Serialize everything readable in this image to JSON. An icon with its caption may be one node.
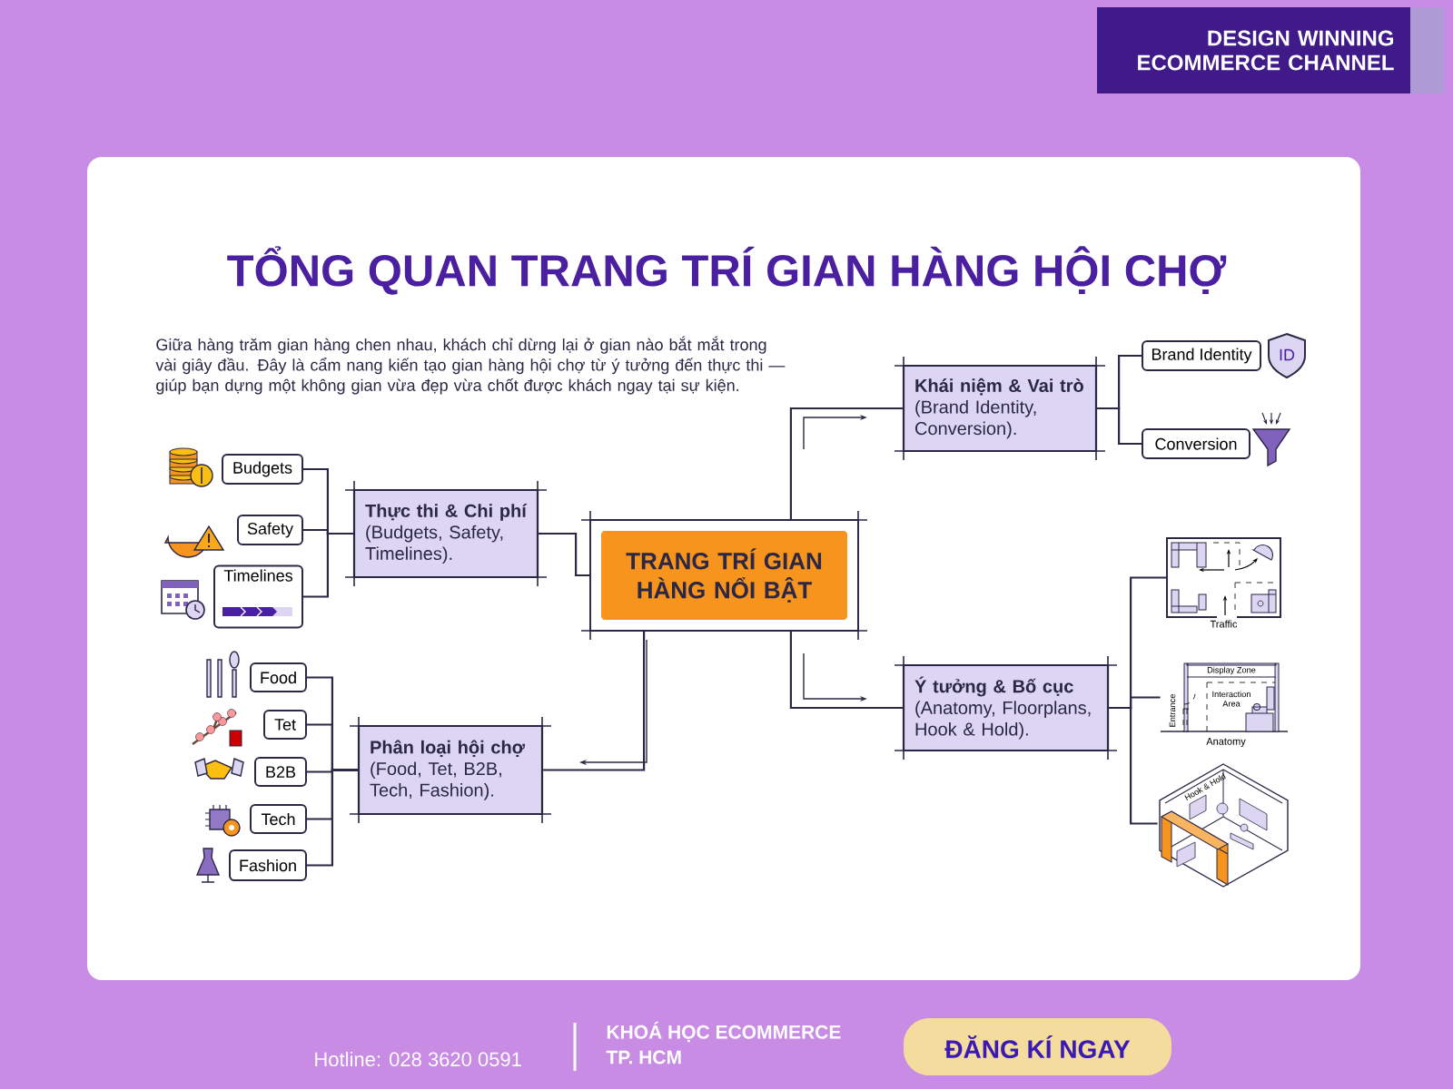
{
  "diagram": {
    "title": "TỔNG QUAN TRANG TRÍ GIAN HÀNG HỘI CHỢ",
    "nodes": [
      {
        "text": [
          "TRANG TRÍ GIAN HÀNG NỔI BẬT"
        ]
      },
      {
        "text": [
          "Thực thi & Chi phí",
          "(Budgets, Safety, Timelines)."
        ]
      },
      {
        "text": [
          "Phân loại hội chợ",
          "(Food, Tet, B2B, Tech, Fashion)."
        ]
      },
      {
        "text": [
          "Khái niệm & Vai trò",
          "(Brand Identity, Conversion)."
        ]
      },
      {
        "text": [
          "Ý tưởng & Bố cục",
          "(Anatomy, Floorplans, Hook & Hold)."
        ]
      },
      {
        "text": [
          "Budgets"
        ]
      },
      {
        "text": [
          "Safety"
        ]
      },
      {
        "text": [
          "Timelines"
        ]
      },
      {
        "text": [
          "Food"
        ]
      },
      {
        "text": [
          "Tet"
        ]
      },
      {
        "text": [
          "B2B"
        ]
      },
      {
        "text": [
          "Tech"
        ]
      },
      {
        "text": [
          "Fashion"
        ]
      },
      {
        "text": [
          "Brand Identity"
        ]
      },
      {
        "text": [
          "Conversion"
        ]
      },
      {
        "text": [
          "Traffic"
        ]
      },
      {
        "text": [
          "Display Zone",
          "Interaction Area",
          "Entrance",
          "Anatomy"
        ]
      },
      {
        "text": [
          "Hook & Hold"
        ]
      },
      {
        "text": [
          "DESIGN WINNING ECOMMERCE CHANNEL"
        ]
      },
      {
        "text": [
          "ĐĂNG KÍ NGAY"
        ]
      }
    ],
    "edges": [
      {
        "from": 0,
        "to": 1,
        "arrow": "none"
      },
      {
        "from": 0,
        "to": 2,
        "arrow": "none"
      },
      {
        "from": 0,
        "to": 3,
        "arrow": "none"
      },
      {
        "from": 0,
        "to": 4,
        "arrow": "none"
      },
      {
        "from": 1,
        "to": 5,
        "arrow": "none"
      },
      {
        "from": 1,
        "to": 6,
        "arrow": "none"
      },
      {
        "from": 1,
        "to": 7,
        "arrow": "none"
      },
      {
        "from": 2,
        "to": 8,
        "arrow": "none"
      },
      {
        "from": 2,
        "to": 9,
        "arrow": "none"
      },
      {
        "from": 2,
        "to": 10,
        "arrow": "none"
      },
      {
        "from": 2,
        "to": 11,
        "arrow": "none"
      },
      {
        "from": 2,
        "to": 12,
        "arrow": "none"
      },
      {
        "from": 3,
        "to": 13,
        "arrow": "none"
      },
      {
        "from": 3,
        "to": 14,
        "arrow": "none"
      },
      {
        "from": 4,
        "to": 15,
        "arrow": "none"
      },
      {
        "from": 4,
        "to": 16,
        "arrow": "none"
      },
      {
        "from": 4,
        "to": 17,
        "arrow": "none"
      }
    ],
    "labels": [
      "Giữa hàng trăm gian hàng chen nhau, khách chỉ dừng lại ở gian nào bắt mắt trong vài giây đầu. Đây là cẩm nang kiến tạo gian hàng hội chợ từ ý tưởng đến thực thi — giúp bạn dựng một không gian vừa đẹp vừa chốt được khách ngay tại sự kiện.",
      "ID",
      "Hotline: 028 3620 0591",
      "KHOÁ HỌC ECOMMERCE",
      "TP. HCM"
    ]
  }
}
